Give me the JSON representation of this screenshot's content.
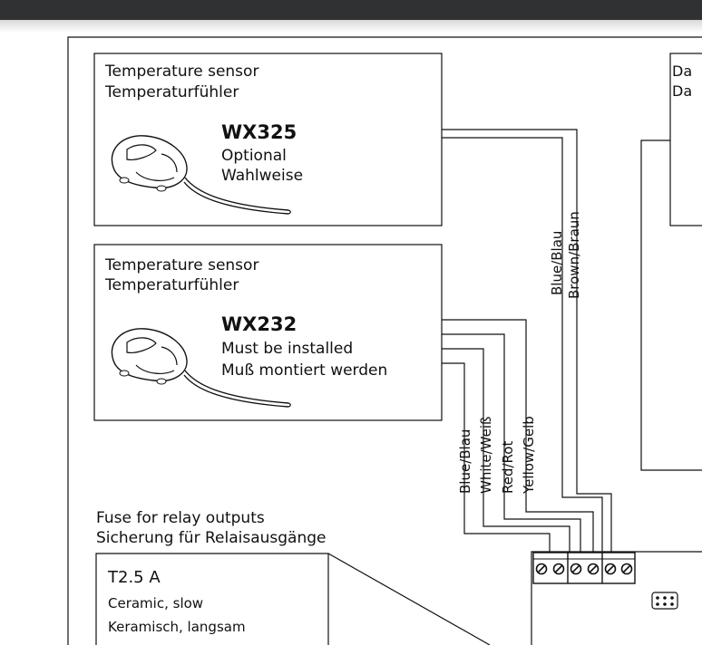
{
  "sensor_top": {
    "title_en": "Temperature sensor",
    "title_de": "Temperaturfühler",
    "model": "WX325",
    "note_en": "Optional",
    "note_de": "Wahlweise"
  },
  "sensor_bottom": {
    "title_en": "Temperature sensor",
    "title_de": "Temperaturfühler",
    "model": "WX232",
    "note_en": "Must be installed",
    "note_de": "Muß montiert werden"
  },
  "right_box": {
    "line1": "Da",
    "line2": "Da"
  },
  "wires_top": {
    "blue": "Blue/Blau",
    "brown": "Brown/Braun"
  },
  "wires_bottom": {
    "blue": "Blue/Blau",
    "white": "White/Weiß",
    "red": "Red/Rot",
    "yellow": "Yellow/Gelb"
  },
  "fuse": {
    "heading_en": "Fuse for relay outputs",
    "heading_de": "Sicherung für Relaisausgänge",
    "rating": "T2.5 A",
    "type_en": "Ceramic, slow",
    "type_de": "Keramisch, langsam"
  },
  "icons": [
    "sensor-probe-icon",
    "terminal-screw-icon",
    "jumper-connector-icon"
  ],
  "colors": {
    "topbar": "#2f3133",
    "line": "#111111"
  }
}
